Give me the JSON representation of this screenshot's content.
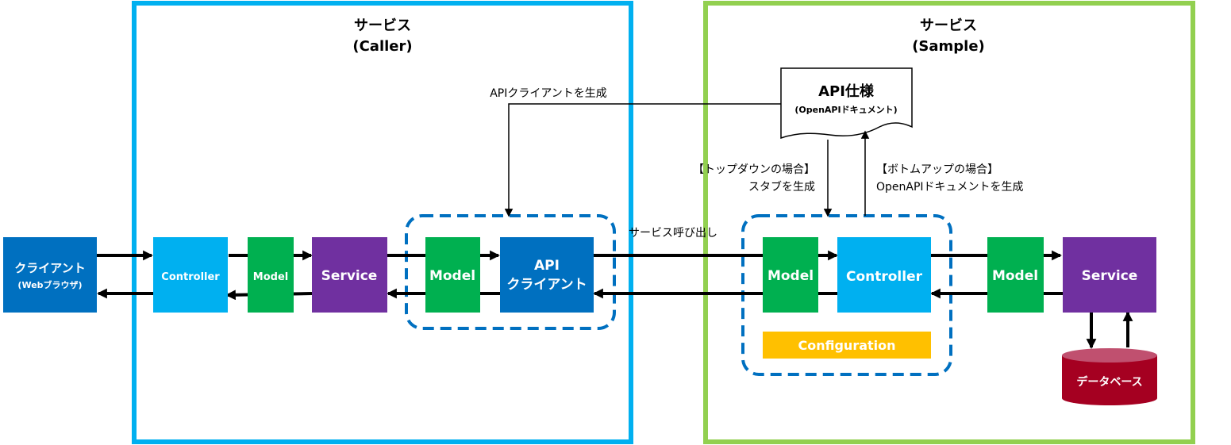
{
  "caller": {
    "title": "サービス",
    "subtitle": "(Caller)"
  },
  "sample": {
    "title": "サービス",
    "subtitle": "(Sample)"
  },
  "client": {
    "label": "クライアント",
    "sublabel": "(Webブラウザ)"
  },
  "caller_controller": "Controller",
  "caller_model_1": "Model",
  "caller_service": "Service",
  "caller_model_2": "Model",
  "api_client": {
    "line1": "API",
    "line2": "クライアント"
  },
  "sample_model_1": "Model",
  "sample_controller": "Controller",
  "configuration": "Configuration",
  "sample_model_2": "Model",
  "sample_service": "Service",
  "database": "データベース",
  "api_spec": {
    "title": "API仕様",
    "subtitle": "(OpenAPIドキュメント)"
  },
  "annotations": {
    "generate_client": "APIクライアントを生成",
    "call_service": "サービス呼び出し",
    "topdown_1": "【トップダウンの場合】",
    "topdown_2": "スタブを生成",
    "bottomup_1": "【ボトムアップの場合】",
    "bottomup_2": "OpenAPIドキュメントを生成"
  },
  "colors": {
    "caller_border": "#00b0f0",
    "sample_border": "#92d050",
    "dashed_group": "#0070c0",
    "client": "#0070c0",
    "controller": "#00b0f0",
    "model": "#00b050",
    "service": "#7030a0",
    "api_client": "#0070c0",
    "configuration": "#ffc000",
    "database": "#a50021",
    "database_top": "#c0506f"
  }
}
